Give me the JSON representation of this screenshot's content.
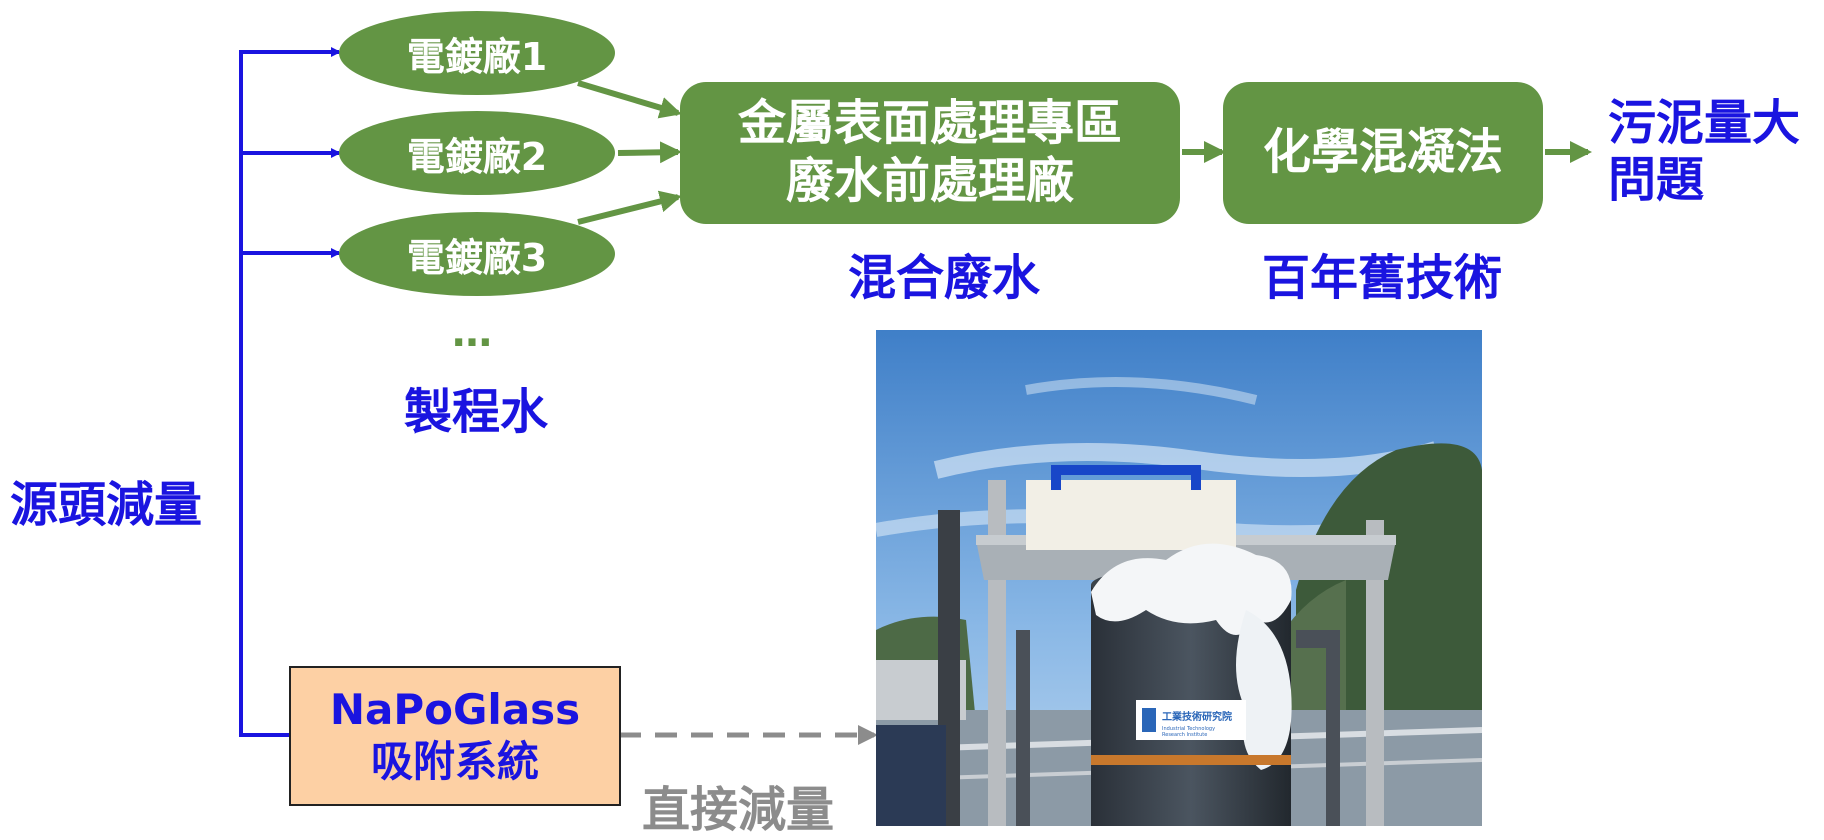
{
  "colors": {
    "green": "#639544",
    "blue": "#1a14e0",
    "gray": "#8c8c8c",
    "orange_fill": "#fdd0a4"
  },
  "plants": [
    {
      "label": "電鍍廠1"
    },
    {
      "label": "電鍍廠2"
    },
    {
      "label": "電鍍廠3"
    }
  ],
  "ellipsis": "…",
  "process_water": "製程水",
  "source_reduction": "源頭減量",
  "pretreatment": {
    "line1": "金屬表面處理專區",
    "line2": "廢水前處理廠"
  },
  "mixed_wastewater": "混合廢水",
  "coagulation": "化學混凝法",
  "old_tech": "百年舊技術",
  "sludge": {
    "line1": "污泥量大",
    "line2": "問題"
  },
  "napoglass": {
    "line1": "NaPoGlass",
    "line2": "吸附系統"
  },
  "direct_reduction": "直接減量",
  "photo": {
    "sign_text": "工業技術研究院",
    "sign_sub1": "Industrial Technology",
    "sign_sub2": "Research Institute"
  }
}
